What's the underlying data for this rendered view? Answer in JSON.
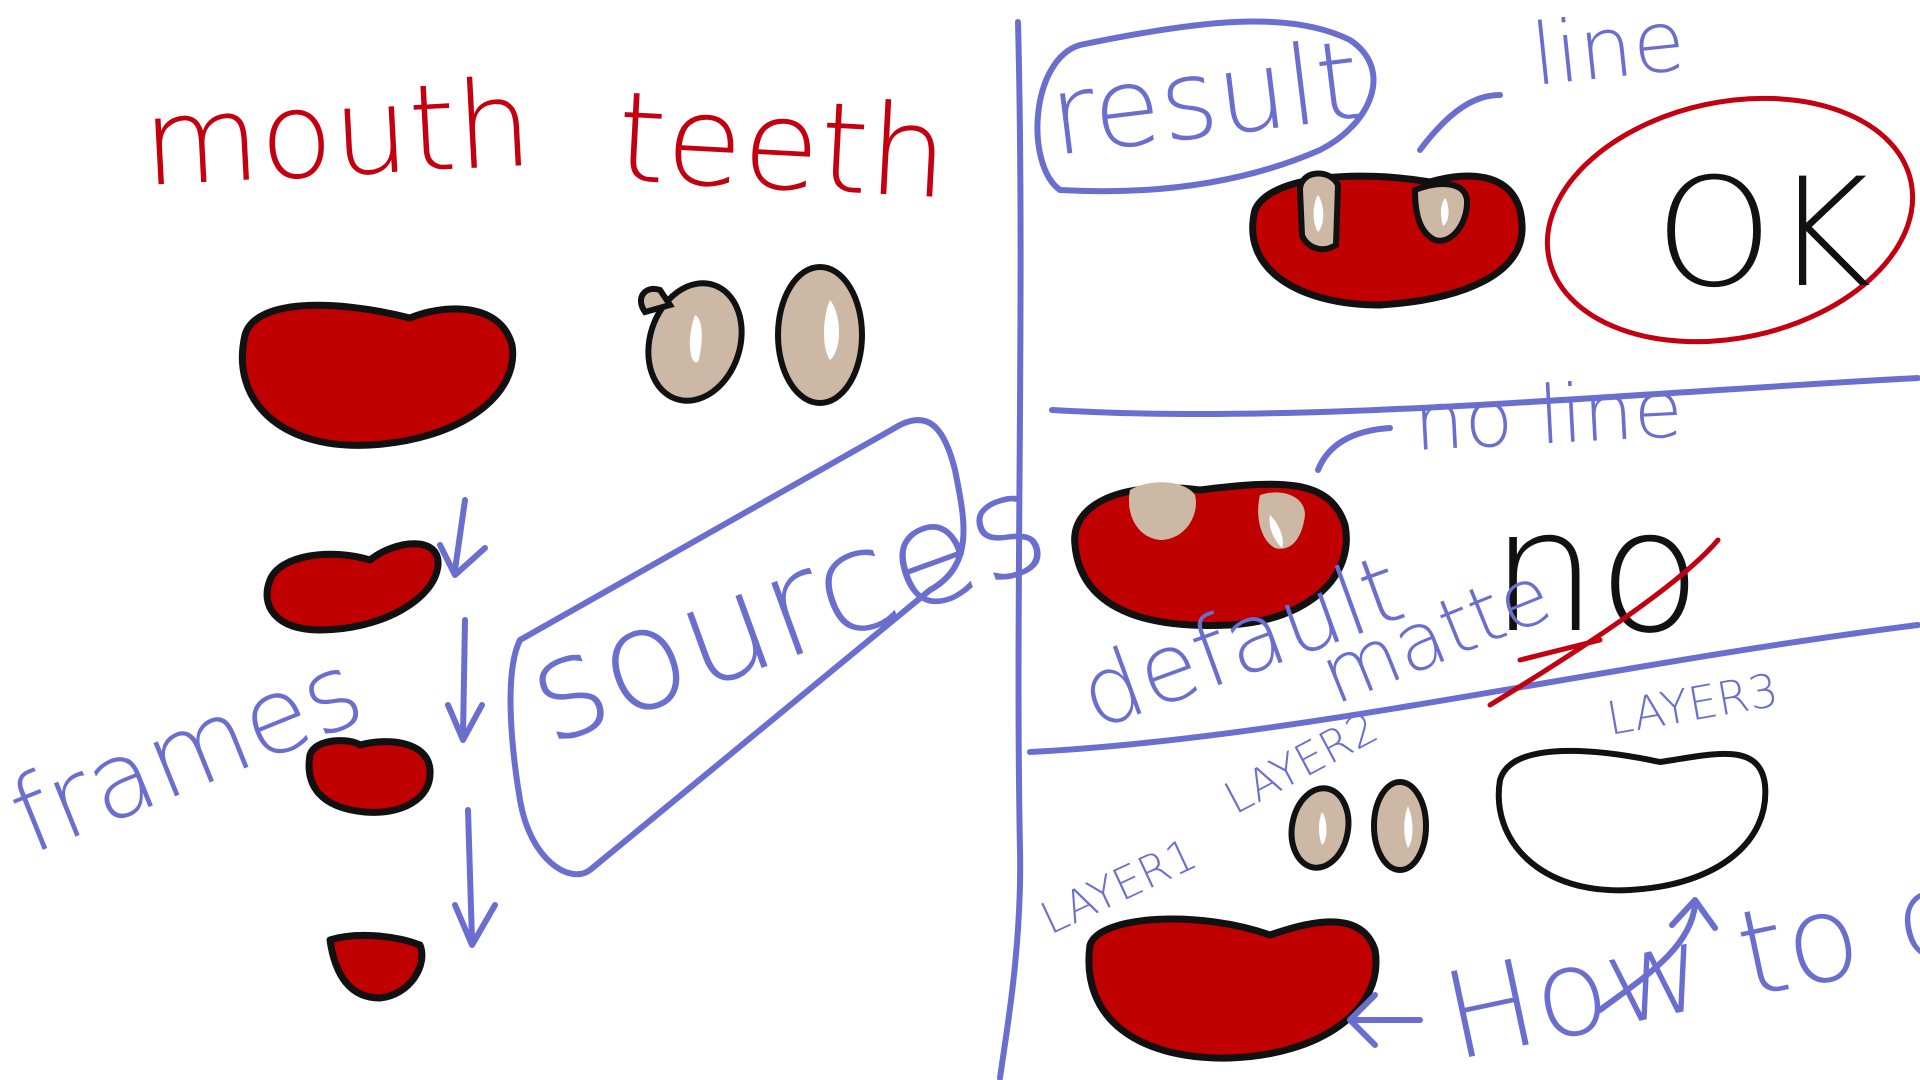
{
  "labels": {
    "mouth": "mouth",
    "teeth": "teeth",
    "frames": "frames",
    "sources": "sources",
    "result": "result",
    "line": "line",
    "ok": "OK",
    "no_line": "no line",
    "no": "no",
    "default": "default",
    "matte": "matte",
    "layer1": "LAYER1",
    "layer2": "LAYER2",
    "layer3": "LAYER3",
    "how_to_do": "How to do"
  },
  "colors": {
    "red_ink": "#c40010",
    "blue_ink": "#6a6fcf",
    "lip_fill": "#c00000",
    "tooth_fill": "#cdb8a6",
    "outline": "#111111"
  }
}
